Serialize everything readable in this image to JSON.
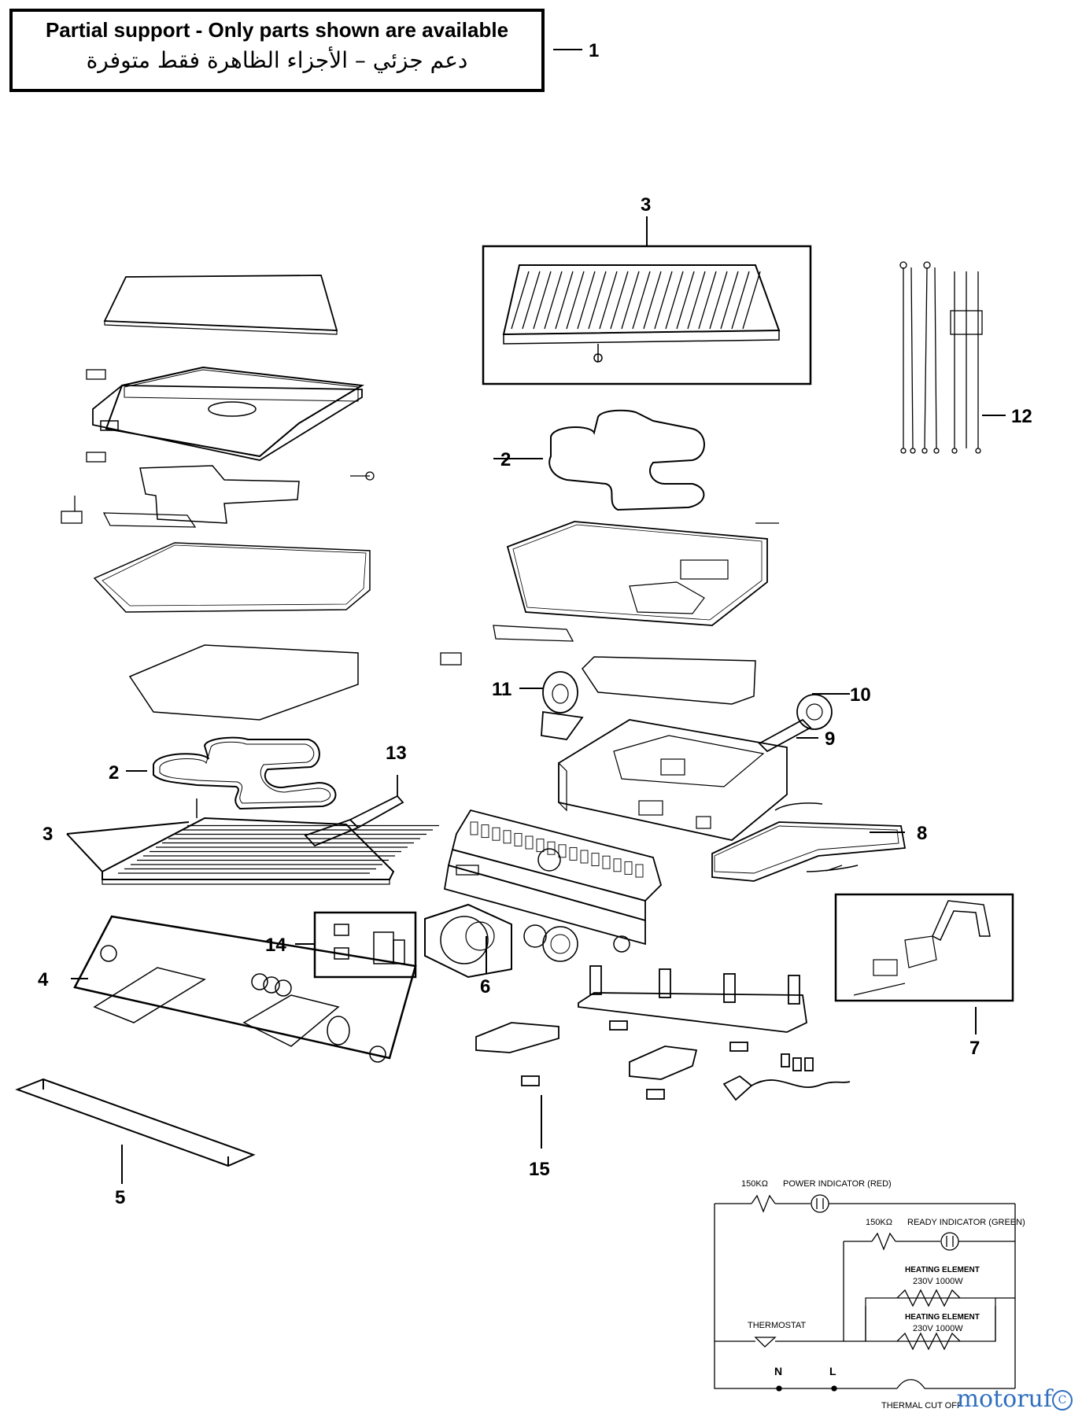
{
  "notice": {
    "english": "Partial support - Only parts shown are available",
    "arabic": "دعم جزئي – الأجزاء الظاهرة فقط متوفرة"
  },
  "callouts": {
    "c1": "1",
    "c2a": "2",
    "c2b": "2",
    "c3a": "3",
    "c3b": "3",
    "c4": "4",
    "c5": "5",
    "c6": "6",
    "c7": "7",
    "c8": "8",
    "c9": "9",
    "c10": "10",
    "c11": "11",
    "c12": "12",
    "c13": "13",
    "c14": "14",
    "c15": "15"
  },
  "schematic": {
    "r1": "150KΩ",
    "power_indicator": "POWER INDICATOR (RED)",
    "r2": "150KΩ",
    "ready_indicator": "READY INDICATOR (GREEN)",
    "heating1": "HEATING ELEMENT",
    "heating1_rating": "230V 1000W",
    "heating2": "HEATING ELEMENT",
    "heating2_rating": "230V 1000W",
    "thermostat": "THERMOSTAT",
    "n": "N",
    "l": "L",
    "thermal_cutoff": "THERMAL CUT OFF"
  },
  "brand": {
    "name": "motoruf",
    "mark": "C"
  }
}
